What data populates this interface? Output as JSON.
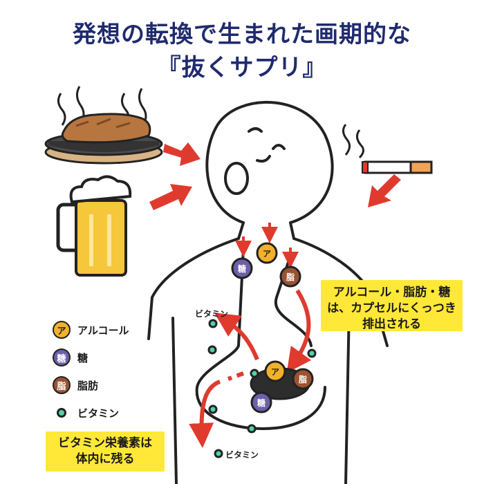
{
  "title": {
    "line1": "発想の転換で生まれた画期的な",
    "line2": "『抜くサプリ』"
  },
  "callouts": {
    "capsule": [
      "アルコール・脂肪・糖",
      "は、カプセルにくっつき",
      "排出される"
    ],
    "vitamin": [
      "ビタミン栄養素は",
      "体内に残る"
    ]
  },
  "legend": [
    {
      "badge": "ア",
      "label": "アルコール"
    },
    {
      "badge": "糖",
      "label": "糖"
    },
    {
      "badge": "脂",
      "label": "脂肪"
    },
    {
      "badge": "",
      "label": "ビタミン"
    }
  ],
  "badges": {
    "alcohol": "ア",
    "sugar": "糖",
    "fat": "脂"
  },
  "vitamin_labels": [
    "ビタミン",
    "ビタミン"
  ],
  "colors": {
    "title": "#1f2a6e",
    "callout": "#ffe838",
    "arrow": "#e03a2f",
    "alcohol": "#f3b12b",
    "sugar": "#6d5fa8",
    "fat": "#9a5332",
    "vitamin": "#52d0ae"
  },
  "icons": [
    "steak-icon",
    "beer-mug-icon",
    "cigarette-icon",
    "person-icon",
    "capsule-icon"
  ]
}
